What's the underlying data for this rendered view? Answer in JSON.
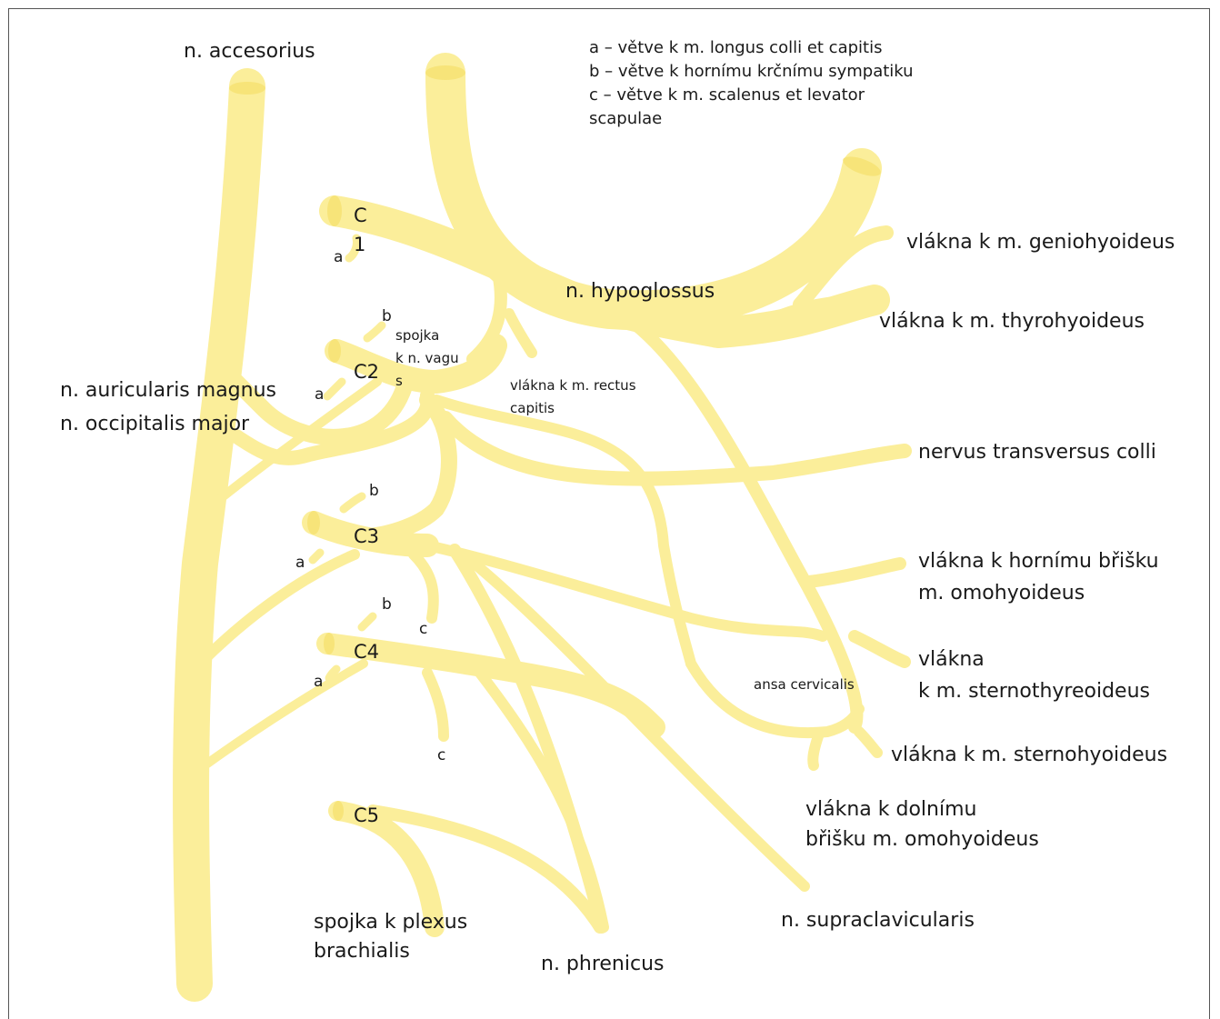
{
  "legend": {
    "a": "a – větve k m. longus colli et capitis",
    "b": "b – větve k hornímu krčnímu sympatiku",
    "c1": "c – větve k m. scalenus et levator",
    "c2": "scapulae"
  },
  "colors": {
    "nerve": "#fbee9a",
    "nerve_end": "#f7e479",
    "border": "#555555",
    "text": "#1a1a1a"
  },
  "labels": {
    "accessorius": "n. accesorius",
    "hypoglossus": "n. hypoglossus",
    "auricularis": "n. auricularis magnus",
    "occipitalis": "n. occipitalis major",
    "geniohyoideus": "vlákna k m. geniohyoideus",
    "thyrohyoideus": "vlákna k m. thyrohyoideus",
    "transversus": "nervus transversus colli",
    "omohyoideus_sup_1": "vlákna k hornímu břišku",
    "omohyoideus_sup_2": "m. omohyoideus",
    "sternothyreoideus_1": "vlákna",
    "sternothyreoideus_2": "k m. sternothyreoideus",
    "sternohyoideus": "vlákna k m. sternohyoideus",
    "omohyoideus_inf_1": "vlákna k dolnímu",
    "omohyoideus_inf_2": "břišku m. omohyoideus",
    "supraclavicularis": "n. supraclavicularis",
    "phrenicus": "n. phrenicus",
    "plexus_1": "spojka k plexus",
    "plexus_2": "brachialis",
    "ansa": "ansa cervicalis",
    "rectus_1": "vlákna k m. rectus",
    "rectus_2": "capitis",
    "vagus_1": "spojka",
    "vagus_2": "k n. vagu",
    "vagus_3": "s"
  },
  "segments": {
    "c1_top": "C",
    "c1_bottom": "1",
    "c2": "C2",
    "c3": "C3",
    "c4": "C4",
    "c5": "C5"
  },
  "branch_letters": {
    "c1_a": "a",
    "c2_a": "a",
    "c2_b": "b",
    "c3_a": "a",
    "c3_b": "b",
    "c3_c": "c",
    "c4_a": "a",
    "c4_b": "b",
    "c4_c": "c"
  }
}
